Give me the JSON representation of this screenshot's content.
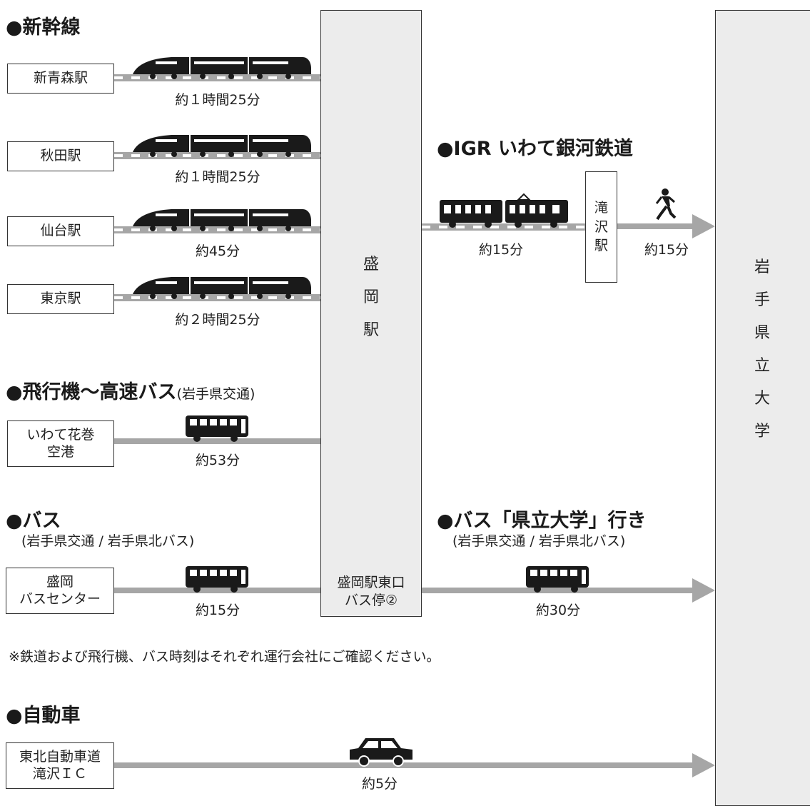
{
  "shinkansen": {
    "header": "●新幹線",
    "routes": [
      {
        "origin": "新青森駅",
        "time": "約１時間25分"
      },
      {
        "origin": "秋田駅",
        "time": "約１時間25分"
      },
      {
        "origin": "仙台駅",
        "time": "約45分"
      },
      {
        "origin": "東京駅",
        "time": "約２時間25分"
      }
    ]
  },
  "morioka_station": {
    "label": "盛\n岡\n駅"
  },
  "igr": {
    "header": "●IGR いわて銀河鉄道",
    "train_time": "約15分",
    "takizawa_station": "滝\n沢\n駅",
    "walk_time": "約15分"
  },
  "flight_bus": {
    "header": "●飛行機～高速バス",
    "operator": "(岩手県交通)",
    "origin": "いわて花巻\n空港",
    "time": "約53分"
  },
  "bus": {
    "header": "●バス",
    "operator": "(岩手県交通 / 岩手県北バス)",
    "origin": "盛岡\nバスセンター",
    "time": "約15分",
    "bus_stop": "盛岡駅東口\nバス停②"
  },
  "university_bus": {
    "header": "●バス「県立大学」行き",
    "operator": "(岩手県交通 / 岩手県北バス)",
    "time": "約30分"
  },
  "note": "※鉄道および飛行機、バス時刻はそれぞれ運行会社にご確認ください。",
  "car": {
    "header": "●自動車",
    "origin": "東北自動車道\n滝沢ＩＣ",
    "time": "約5分"
  },
  "destination": {
    "label": "岩\n手\n県\n立\n大\n学"
  },
  "colors": {
    "line": "#a6a6a6",
    "column": "#ececec",
    "icon": "#1a1a1a"
  },
  "icons": [
    "shinkansen-train-icon",
    "igr-train-icon",
    "walking-person-icon",
    "bus-icon",
    "car-icon",
    "arrow-right-icon"
  ]
}
